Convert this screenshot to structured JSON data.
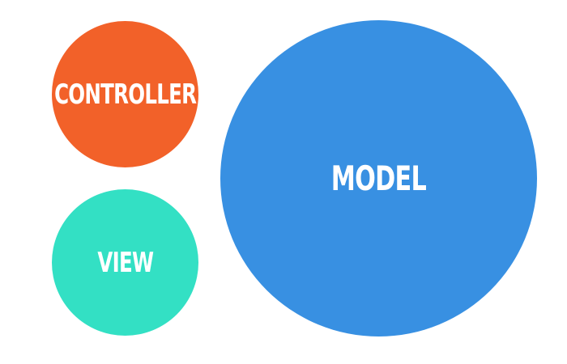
{
  "nodes": {
    "controller": {
      "label": "CONTROLLER",
      "color": "#f26129"
    },
    "view": {
      "label": "VIEW",
      "color": "#33e0c4"
    },
    "model": {
      "label": "MODEL",
      "color": "#3890e2"
    }
  }
}
